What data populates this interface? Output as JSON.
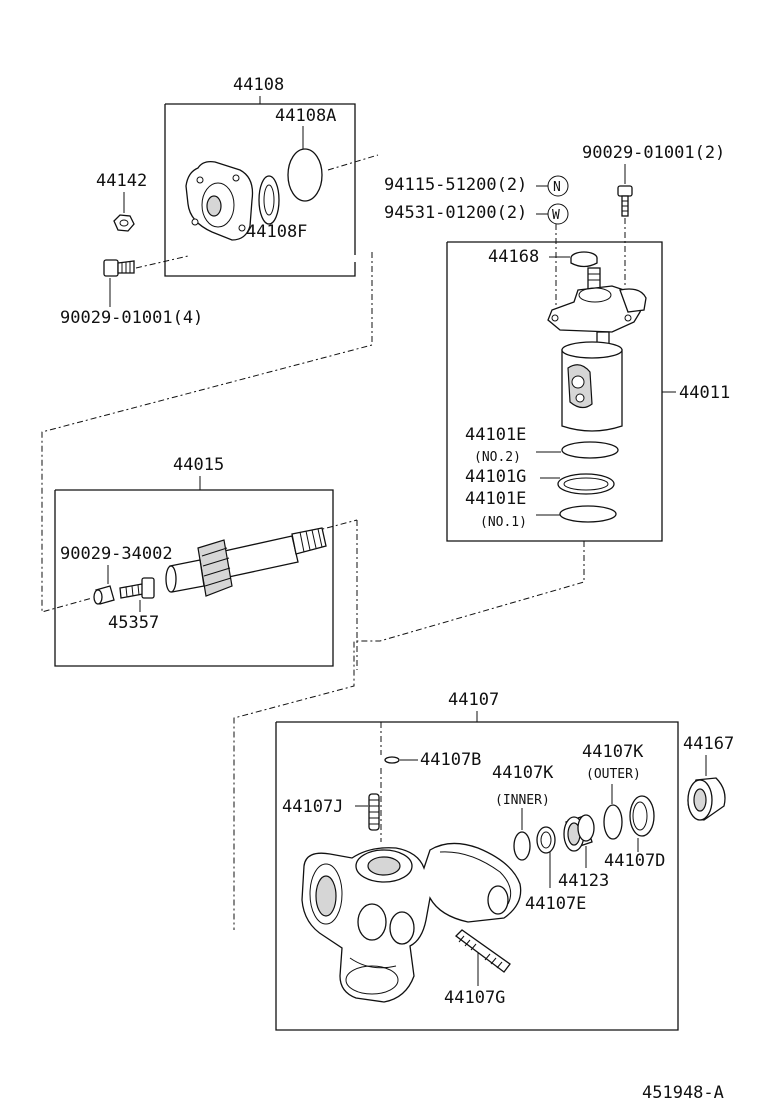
{
  "labels": {
    "p44108": "44108",
    "p44108A": "44108A",
    "p44108F": "44108F",
    "p44142": "44142",
    "p90029_01001_4": "90029-01001(4)",
    "p94115": "94115-51200(2)",
    "p94531": "94531-01200(2)",
    "sym_n": "N",
    "sym_w": "W",
    "p90029_01001_2": "90029-01001(2)",
    "p44168": "44168",
    "p44011": "44011",
    "p44101E_a": "44101E",
    "no2": "(NO.2)",
    "p44101G": "44101G",
    "p44101E_b": "44101E",
    "no1": "(NO.1)",
    "p44015": "44015",
    "p90029_34002": "90029-34002",
    "p45357": "45357",
    "p44107": "44107",
    "p44107B": "44107B",
    "p44107K_outer": "44107K",
    "outer": "(OUTER)",
    "p44107K_inner": "44107K",
    "inner": "(INNER)",
    "p44167": "44167",
    "p44107J": "44107J",
    "p44107D": "44107D",
    "p44123": "44123",
    "p44107E": "44107E",
    "p44107G": "44107G",
    "ref": "451948-A"
  },
  "icons": [
    "water-pump-cover-icon",
    "o-ring-icon",
    "bolt-icon",
    "nut-icon",
    "pinion-shaft-icon",
    "valve-body-icon",
    "steering-housing-icon",
    "oil-seal-icon",
    "stud-bolt-icon"
  ]
}
